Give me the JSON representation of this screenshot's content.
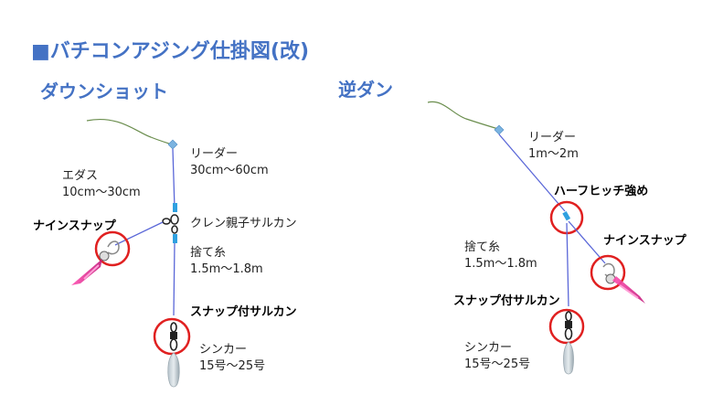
{
  "title": "■バチコンアジング仕掛図(改)",
  "colors": {
    "title": "#4472c4",
    "line": "#5a67d8",
    "highlight": "#e02020",
    "leader_tail": "#6b8e4e"
  },
  "left": {
    "heading": "ダウンショット",
    "leader": {
      "name": "リーダー",
      "length": "30cm〜60cm"
    },
    "edasu": {
      "name": "エダス",
      "length": "10cm〜30cm"
    },
    "snap": "ナインスナップ",
    "swivel": "クレン親子サルカン",
    "sute_ito": {
      "name": "捨て糸",
      "length": "1.5m〜1.8m"
    },
    "snap_swivel": "スナップ付サルカン",
    "sinker": {
      "name": "シンカー",
      "weight": "15号〜25号"
    }
  },
  "right": {
    "heading": "逆ダン",
    "leader": {
      "name": "リーダー",
      "length": "1m〜2m"
    },
    "knot": "ハーフヒッチ強め",
    "snap": "ナインスナップ",
    "sute_ito": {
      "name": "捨て糸",
      "length": "1.5m〜1.8m"
    },
    "snap_swivel": "スナップ付サルカン",
    "sinker": {
      "name": "シンカー",
      "weight": "15号〜25号"
    }
  }
}
